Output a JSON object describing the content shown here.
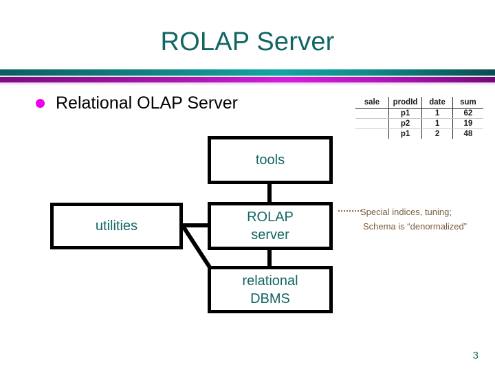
{
  "slide": {
    "title": "ROLAP Server",
    "page_number": "3",
    "title_color": "#116663",
    "bullet_color": "#ee00ee",
    "node_text_color": "#116663",
    "annotation_color": "#7a5c3e",
    "bar_teal_color": "#12a6a2",
    "bar_purple_color": "#d41ede"
  },
  "bullet": {
    "text": "Relational OLAP Server",
    "marker": "bullet-dot"
  },
  "sample_table": {
    "headers": [
      "sale",
      "prodId",
      "date",
      "sum"
    ],
    "rows": [
      [
        "",
        "p1",
        "1",
        "62"
      ],
      [
        "",
        "p2",
        "1",
        "19"
      ],
      [
        "",
        "p1",
        "2",
        "48"
      ]
    ]
  },
  "diagram": {
    "nodes": [
      {
        "id": "tools",
        "label": "tools"
      },
      {
        "id": "utilities",
        "label": "utilities"
      },
      {
        "id": "rolap",
        "label": "ROLAP\nserver",
        "line1": "ROLAP",
        "line2": "server"
      },
      {
        "id": "dbms",
        "label": "relational\nDBMS",
        "line1": "relational",
        "line2": "DBMS"
      }
    ],
    "connectors": [
      {
        "from": "tools",
        "to": "rolap",
        "style": "solid-vertical"
      },
      {
        "from": "rolap",
        "to": "dbms",
        "style": "solid-vertical"
      },
      {
        "from": "utilities",
        "to": "rolap",
        "style": "solid-horizontal"
      },
      {
        "from": "utilities",
        "to": "dbms",
        "style": "solid-diagonal"
      }
    ]
  },
  "annotation": {
    "line1": "Special indices, tuning;",
    "line2": "Schema is “denormalized”",
    "leader": "dotted-leader-line"
  }
}
